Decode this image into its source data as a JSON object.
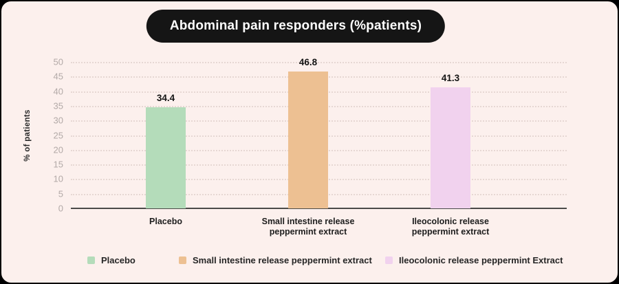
{
  "frame": {
    "background_color": "#fcf0ed",
    "border_color": "#000000",
    "title_pill_bg": "#151515",
    "title_text_color": "#ffffff"
  },
  "title": "Abdominal pain responders (%patients)",
  "chart_data": {
    "type": "bar",
    "title": "Abdominal pain responders (%patients)",
    "xlabel": "",
    "ylabel": "% of patients",
    "ylim": [
      0,
      50
    ],
    "yticks": [
      0,
      5,
      10,
      15,
      20,
      25,
      30,
      35,
      40,
      45,
      50
    ],
    "grid": "horizontal-dotted",
    "legend_position": "bottom",
    "categories": [
      "Placebo",
      "Small intestine release\npeppermint extract",
      "Ileocolonic release\npeppermint extract"
    ],
    "values": [
      34.4,
      46.8,
      41.3
    ],
    "value_labels": [
      "34.4",
      "46.8",
      "41.3"
    ],
    "bar_colors": [
      "#b4dcba",
      "#edc092",
      "#f1d2ee"
    ],
    "axis_color": "#4a4a48",
    "tick_label_color": "#b2a9a7",
    "legend": [
      {
        "label": "Placebo",
        "color": "#b4dcba"
      },
      {
        "label": "Small intestine release peppermint extract",
        "color": "#edc092"
      },
      {
        "label": "Ileocolonic release peppermint Extract",
        "color": "#f1d2ee"
      }
    ]
  }
}
